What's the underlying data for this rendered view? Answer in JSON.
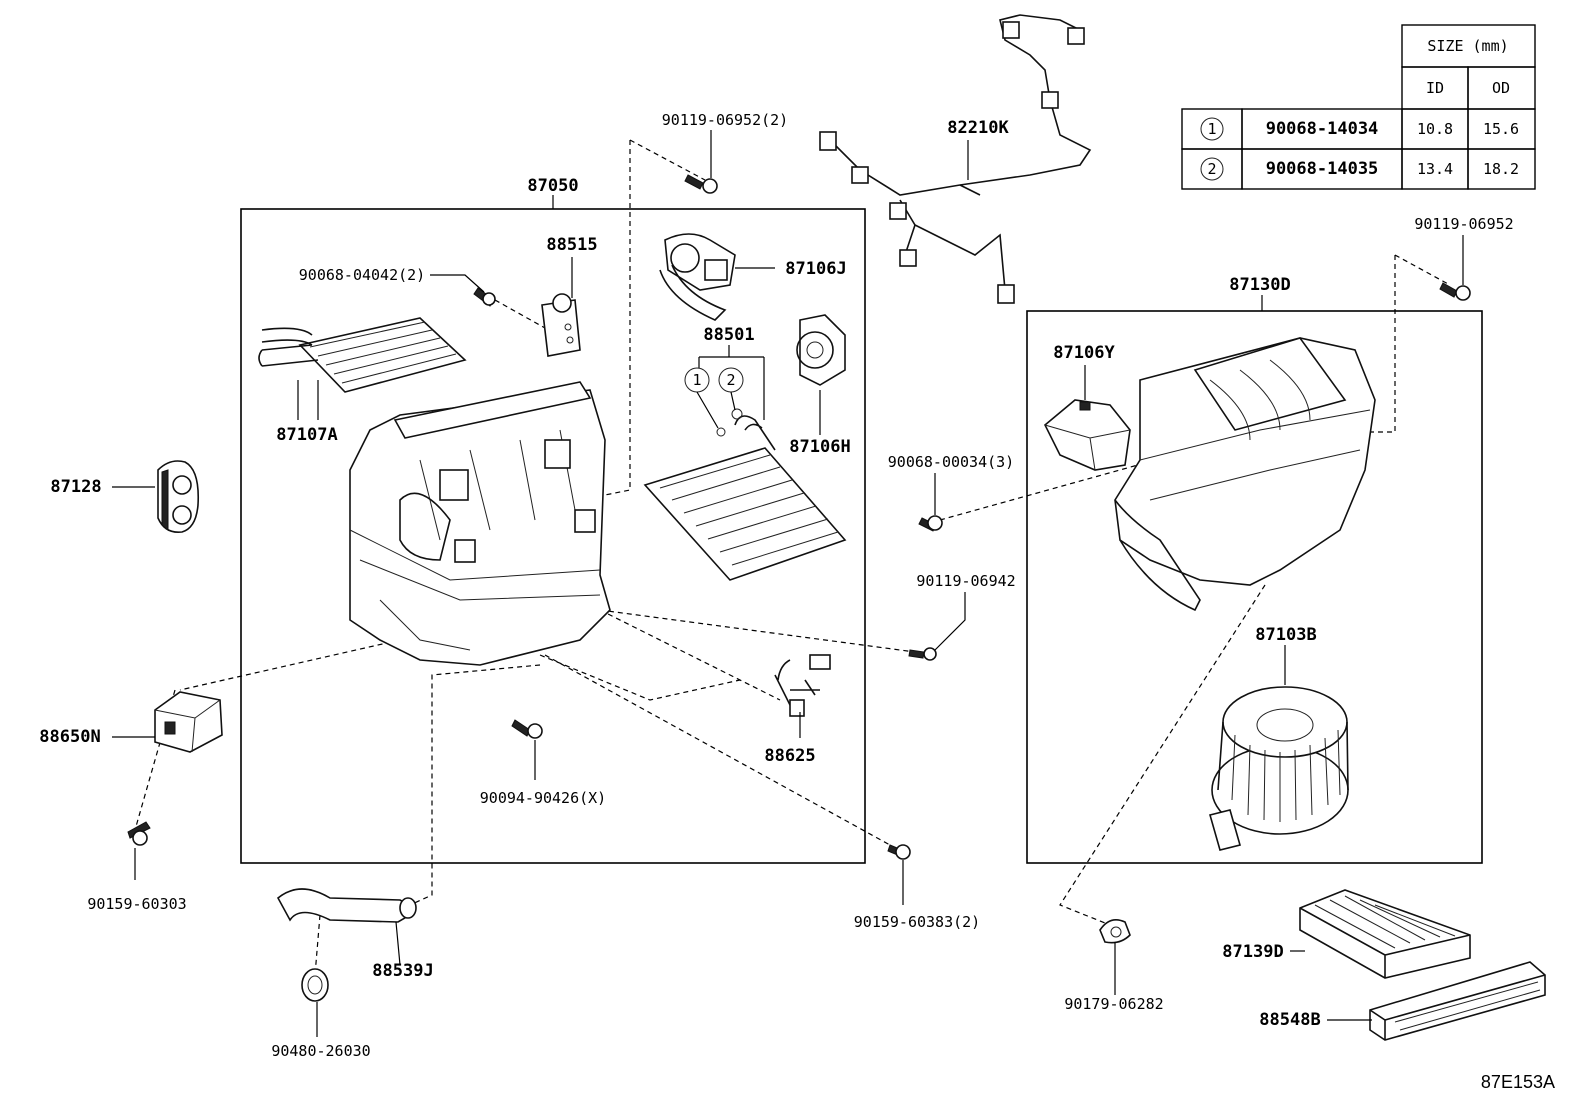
{
  "labels": {
    "p87050": "87050",
    "p88515": "88515",
    "p90068_04042": "90068-04042(2)",
    "p87107A": "87107A",
    "p87128": "87128",
    "p88650N": "88650N",
    "p90159_60303": "90159-60303",
    "p90119_06952_2": "90119-06952(2)",
    "p87106J": "87106J",
    "p88501": "88501",
    "p87106H": "87106H",
    "p88625": "88625",
    "p90094_90426": "90094-90426(X)",
    "p90480_26030": "90480-26030",
    "p88539J": "88539J",
    "p90159_60383": "90159-60383(2)",
    "p82210K": "82210K",
    "p90119_06952": "90119-06952",
    "p87130D": "87130D",
    "p87106Y": "87106Y",
    "p90068_00034": "90068-00034(3)",
    "p90119_06942": "90119-06942",
    "p87103B": "87103B",
    "p90179_06282": "90179-06282",
    "p87139D": "87139D",
    "p88548B": "88548B",
    "callout1": "1",
    "callout2": "2",
    "figure_code": "87E153A"
  },
  "size_table": {
    "header": "SIZE (mm)",
    "col_id": "ID",
    "col_od": "OD",
    "rows": [
      {
        "ref": "1",
        "part": "90068-14034",
        "id": "10.8",
        "od": "15.6"
      },
      {
        "ref": "2",
        "part": "90068-14035",
        "id": "13.4",
        "od": "18.2"
      }
    ]
  }
}
